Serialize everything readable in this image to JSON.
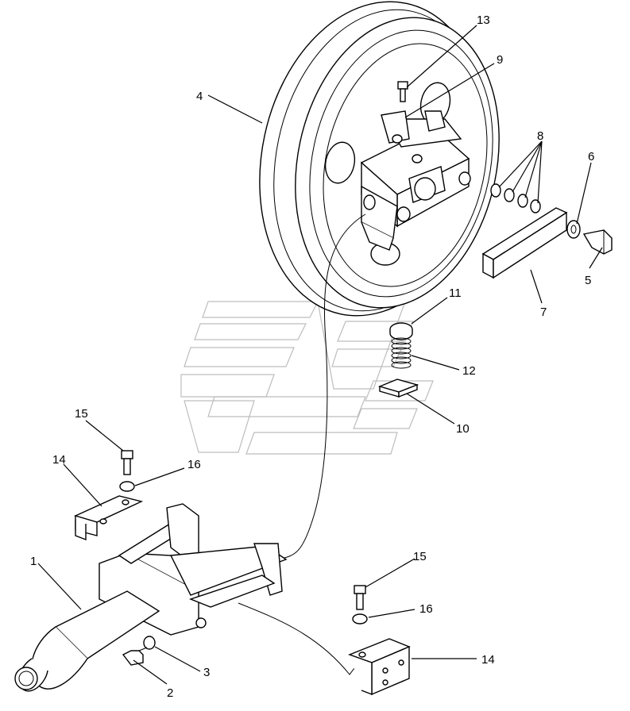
{
  "callouts": [
    {
      "id": "c1",
      "text": "1"
    },
    {
      "id": "c2",
      "text": "2"
    },
    {
      "id": "c3",
      "text": "3"
    },
    {
      "id": "c4",
      "text": "4"
    },
    {
      "id": "c5",
      "text": "5"
    },
    {
      "id": "c6",
      "text": "6"
    },
    {
      "id": "c7",
      "text": "7"
    },
    {
      "id": "c8",
      "text": "8"
    },
    {
      "id": "c9",
      "text": "9"
    },
    {
      "id": "c10",
      "text": "10"
    },
    {
      "id": "c11",
      "text": "11"
    },
    {
      "id": "c12",
      "text": "12"
    },
    {
      "id": "c13",
      "text": "13"
    },
    {
      "id": "c14a",
      "text": "14"
    },
    {
      "id": "c14b",
      "text": "14"
    },
    {
      "id": "c15a",
      "text": "15"
    },
    {
      "id": "c15b",
      "text": "15"
    },
    {
      "id": "c16a",
      "text": "16"
    },
    {
      "id": "c16b",
      "text": "16"
    }
  ]
}
